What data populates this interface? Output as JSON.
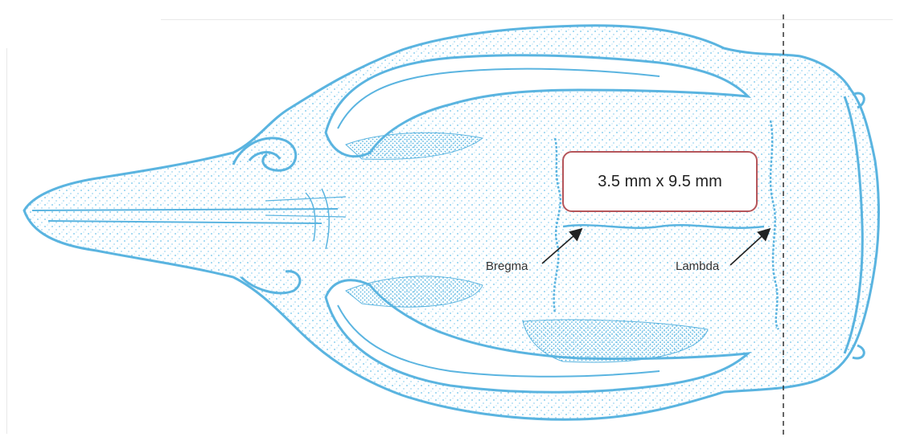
{
  "annotation": {
    "dimensions_text": "3.5 mm x 9.5 mm",
    "box_border_color": "#b5555a"
  },
  "labels": {
    "bregma": "Bregma",
    "lambda": "Lambda"
  },
  "colors": {
    "bone_line": "#5ab4e0",
    "bone_stipple": "#6ec2ea",
    "arrow": "#222222",
    "guide_line": "#333333"
  }
}
